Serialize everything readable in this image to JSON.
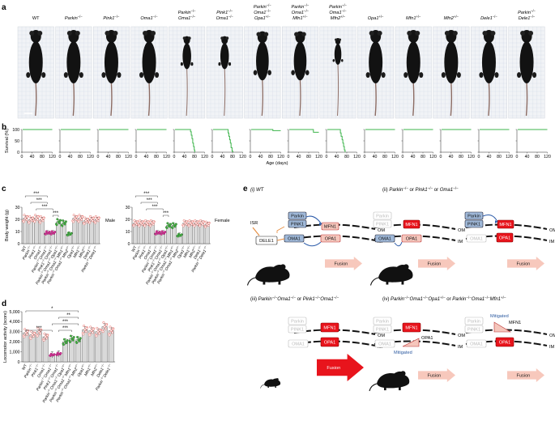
{
  "panels": {
    "a": "a",
    "b": "b",
    "c": "c",
    "d": "d",
    "e": "e"
  },
  "mice": [
    {
      "lines": [
        "WT"
      ],
      "italic": false
    },
    {
      "lines": [
        "Parkin"
      ],
      "sup": [
        "−/−"
      ]
    },
    {
      "lines": [
        "Pink1"
      ],
      "sup": [
        "−/−"
      ]
    },
    {
      "lines": [
        "Oma1"
      ],
      "sup": [
        "−/−"
      ]
    },
    {
      "lines": [
        "Parkin",
        "Oma1"
      ],
      "sup": [
        "−/−",
        "−/−"
      ]
    },
    {
      "lines": [
        "Pink1",
        "Oma1"
      ],
      "sup": [
        "−/−",
        "−/−"
      ]
    },
    {
      "lines": [
        "Parkin",
        "Oma1",
        "Opa1"
      ],
      "sup": [
        "−/−",
        "−/−",
        "+/−"
      ]
    },
    {
      "lines": [
        "Parkin",
        "Oma1",
        "Mfn1"
      ],
      "sup": [
        "−/−",
        "−/−",
        "+/−"
      ]
    },
    {
      "lines": [
        "Parkin",
        "Oma1",
        "Mfn2"
      ],
      "sup": [
        "−/−",
        "−/−",
        "+/−"
      ]
    },
    {
      "lines": [
        "Opa1"
      ],
      "sup": [
        "+/−"
      ]
    },
    {
      "lines": [
        "Mfn1"
      ],
      "sup": [
        "+/−"
      ]
    },
    {
      "lines": [
        "Mfn2"
      ],
      "sup": [
        "+/−"
      ]
    },
    {
      "lines": [
        "Dele1"
      ],
      "sup": [
        "−/−"
      ]
    },
    {
      "lines": [
        "Parkin",
        "Dele1"
      ],
      "sup": [
        "−/−",
        "−/−"
      ]
    }
  ],
  "mouse_size": [
    1.0,
    1.0,
    1.0,
    1.0,
    0.62,
    0.62,
    0.92,
    0.92,
    0.5,
    1.0,
    1.0,
    1.0,
    1.0,
    1.0
  ],
  "survival": {
    "ylabel": "Survival (%)",
    "yticks": [
      "0",
      "50",
      "100"
    ],
    "xticks": [
      "0",
      "40",
      "80",
      "120"
    ],
    "xlabel": "Age (days)",
    "green": "#3cb44b"
  },
  "weight": {
    "ylabel": "Body weight (g)",
    "yticks": [
      "0",
      "10",
      "20",
      "30"
    ],
    "male": {
      "title": "Male",
      "values": [
        21,
        20,
        21,
        20,
        9,
        9,
        18,
        17,
        8,
        21,
        21,
        19,
        20,
        20
      ]
    },
    "female": {
      "title": "Female",
      "values": [
        17,
        17,
        17,
        17,
        9,
        9,
        15,
        15,
        7,
        17,
        17,
        17,
        17,
        16
      ]
    },
    "sig": [
      "***",
      "***",
      "***",
      "***",
      "***",
      "***",
      "***",
      "***"
    ],
    "xlabels": [
      {
        "t": "WT",
        "it": false
      },
      {
        "t": "Parkin",
        "s": "−/−"
      },
      {
        "t": "Pink1",
        "s": "−/−"
      },
      {
        "t": "Oma1",
        "s": "−/−"
      },
      {
        "t": "Parkin",
        "s": "−/−",
        "t2": "Oma1",
        "s2": "−/−"
      },
      {
        "t": "Pink1",
        "s": "−/−",
        "t2": "Oma1",
        "s2": "−/−"
      },
      {
        "t": "Parkin",
        "s": "−/−",
        "t2": "Oma1",
        "s2": "−/−",
        "t3": "Opa1",
        "s3": "+/−"
      },
      {
        "t": "Parkin",
        "s": "−/−",
        "t2": "Oma1",
        "s2": "−/−",
        "t3": "Mfn1",
        "s3": "+/−"
      },
      {
        "t": "Parkin",
        "s": "−/−",
        "t2": "Oma1",
        "s2": "−/−",
        "t3": "Mfn2",
        "s3": "+/−"
      },
      {
        "t": "Opa1",
        "s": "+/−"
      },
      {
        "t": "Mfn1",
        "s": "+/−"
      },
      {
        "t": "Mfn2",
        "s": "+/−"
      },
      {
        "t": "Dele1",
        "s": "−/−"
      },
      {
        "t": "Parkin",
        "s": "−/−",
        "t2": "Dele1",
        "s2": "−/−"
      }
    ]
  },
  "locomotor": {
    "ylabel": "Locomotor activity (score)",
    "yticks": [
      "0",
      "1,000",
      "2,000",
      "3,000",
      "4,000",
      "5,000"
    ],
    "values": [
      2900,
      2700,
      3000,
      2500,
      700,
      800,
      2000,
      2300,
      2200,
      3200,
      3100,
      3000,
      3500,
      3100
    ],
    "sig": [
      "*",
      "**",
      "***",
      "***",
      "***"
    ]
  },
  "schematic": {
    "i": "(i)  WT",
    "ii_pre": "(ii)  ",
    "ii_a": "Parkin",
    "ii_as": "−/−",
    "ii_or": " or ",
    "ii_b": "Pink1",
    "ii_bs": "−/−",
    "ii_or2": " or ",
    "ii_c": "Oma1",
    "ii_cs": "−/−",
    "iii_pre": "(iii)  ",
    "iii_a": "Parkin",
    "iii_as": "−/−",
    "iii_b": "Oma1",
    "iii_bs": "−/−",
    "iii_or": " or ",
    "iii_c": "Pink1",
    "iii_cs": "−/−",
    "iii_d": "Oma1",
    "iii_ds": "−/−",
    "iv_pre": "(iv)  ",
    "iv_a": "Parkin",
    "iv_as": "−/−",
    "iv_b": "Oma1",
    "iv_bs": "−/−",
    "iv_c": "Opa1",
    "iv_cs": "+/−",
    "iv_or": " or ",
    "iv_d": "Parkin",
    "iv_ds": "−/−",
    "iv_e": "Oma1",
    "iv_es": "−/−",
    "iv_f": "Mfn1",
    "iv_fs": "+/−",
    "parkin": "Parkin",
    "pink1": "PINK1",
    "mfn1": "MFN1",
    "oma1": "OMA1",
    "opa1": "OPA1",
    "dele1": "DELE1",
    "isr": "ISR",
    "om": "OM",
    "im": "IM",
    "fusion": "Fusion",
    "mitigated": "Mitigated",
    "colors": {
      "blue": "#9fb8d8",
      "red": "#e8141c",
      "pink": "#f5c6bc",
      "arrow": "#f7c8bc",
      "bigarrow": "#e8141c",
      "dark": "#111111",
      "grey": "#bbbbbb",
      "mit": "#2c5aa0",
      "orange": "#e58a3c"
    }
  }
}
